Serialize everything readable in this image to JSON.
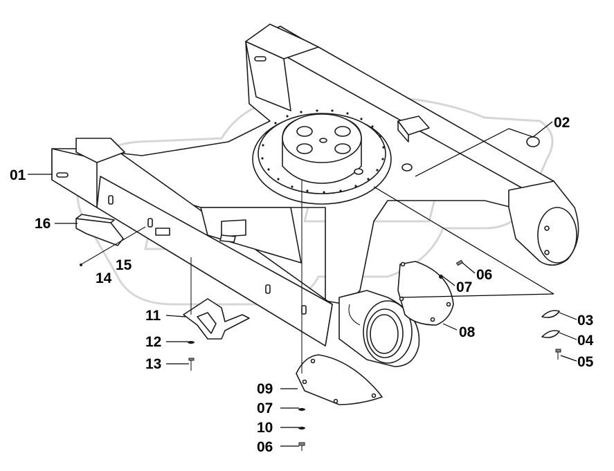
{
  "diagram": {
    "callouts": [
      {
        "id": "01",
        "text": "01"
      },
      {
        "id": "02",
        "text": "02"
      },
      {
        "id": "03",
        "text": "03"
      },
      {
        "id": "04",
        "text": "04"
      },
      {
        "id": "05",
        "text": "05"
      },
      {
        "id": "06a",
        "text": "06"
      },
      {
        "id": "07a",
        "text": "07"
      },
      {
        "id": "08",
        "text": "08"
      },
      {
        "id": "09",
        "text": "09"
      },
      {
        "id": "07b",
        "text": "07"
      },
      {
        "id": "10",
        "text": "10"
      },
      {
        "id": "06b",
        "text": "06"
      },
      {
        "id": "11",
        "text": "11"
      },
      {
        "id": "12",
        "text": "12"
      },
      {
        "id": "13",
        "text": "13"
      },
      {
        "id": "14",
        "text": "14"
      },
      {
        "id": "15",
        "text": "15"
      },
      {
        "id": "16",
        "text": "16"
      }
    ],
    "colors": {
      "ink": "#1a1a1a",
      "watermark": "#d6d6d6",
      "background": "#ffffff"
    }
  }
}
